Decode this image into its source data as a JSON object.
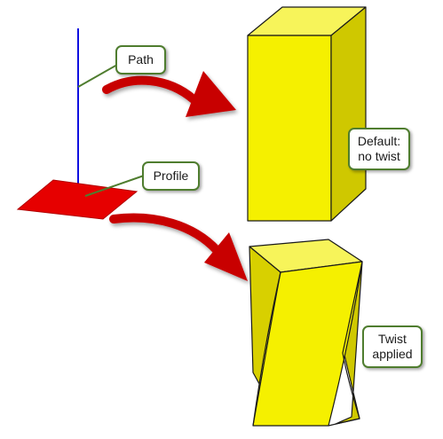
{
  "labels": {
    "path": "Path",
    "profile": "Profile",
    "default_note": "Default:\nno twist",
    "twist_note": "Twist\napplied"
  },
  "colors": {
    "path_line": "#1010e0",
    "profile_fill": "#e60000",
    "arrow": "#c80000",
    "box_fill": "#f5f000",
    "box_edge": "#1a1a1a",
    "callout_border": "#4f7d2f",
    "leader_line": "#4f7d2f"
  }
}
